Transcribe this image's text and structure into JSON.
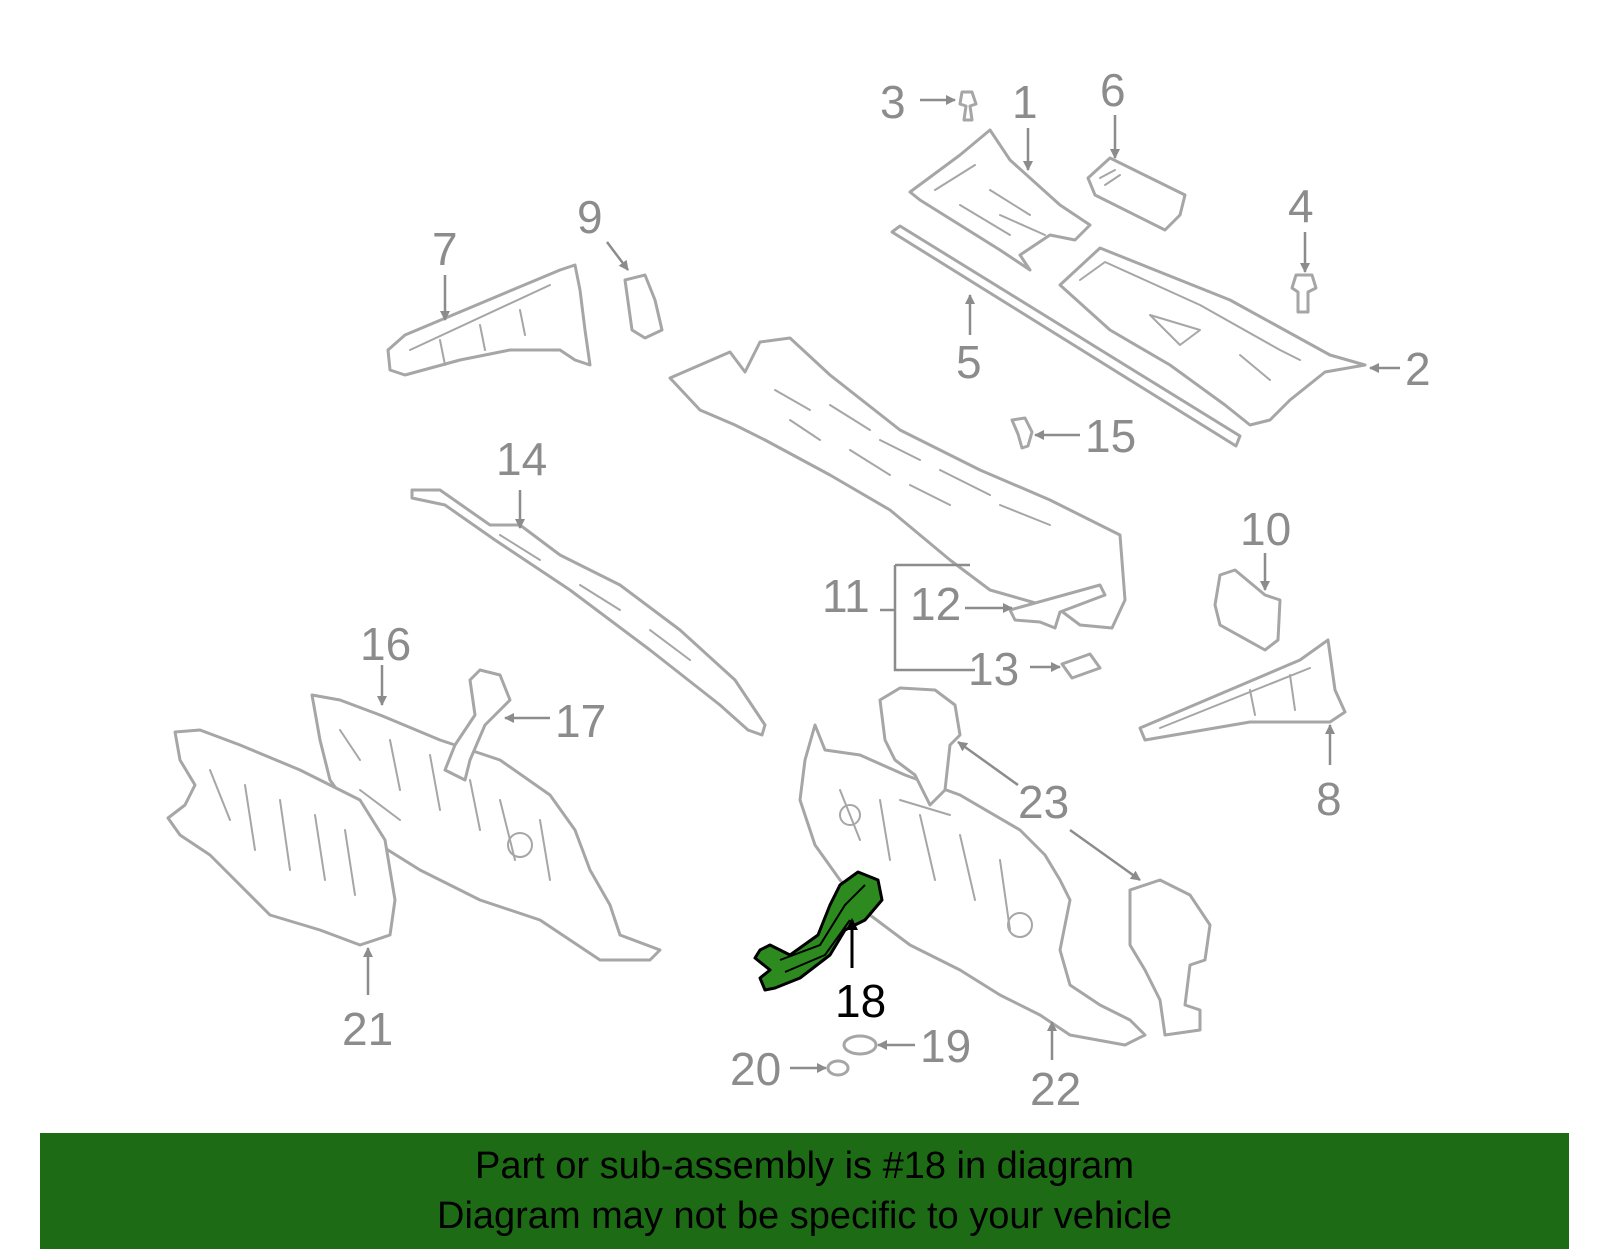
{
  "diagram": {
    "callouts": {
      "c1": "1",
      "c2": "2",
      "c3": "3",
      "c4": "4",
      "c5": "5",
      "c6": "6",
      "c7": "7",
      "c8": "8",
      "c9": "9",
      "c10": "10",
      "c11": "11",
      "c12": "12",
      "c13": "13",
      "c14": "14",
      "c15": "15",
      "c16": "16",
      "c17": "17",
      "c18": "18",
      "c19": "19",
      "c20": "20",
      "c21": "21",
      "c22": "22",
      "c23": "23"
    },
    "highlighted_part": "18",
    "colors": {
      "highlight": "#2d8a1f",
      "banner": "#1e6b16",
      "lines": "#a6a6a6"
    }
  },
  "banner": {
    "line1": "Part or sub-assembly is #18 in diagram",
    "line2": "Diagram may not be specific to your vehicle"
  }
}
